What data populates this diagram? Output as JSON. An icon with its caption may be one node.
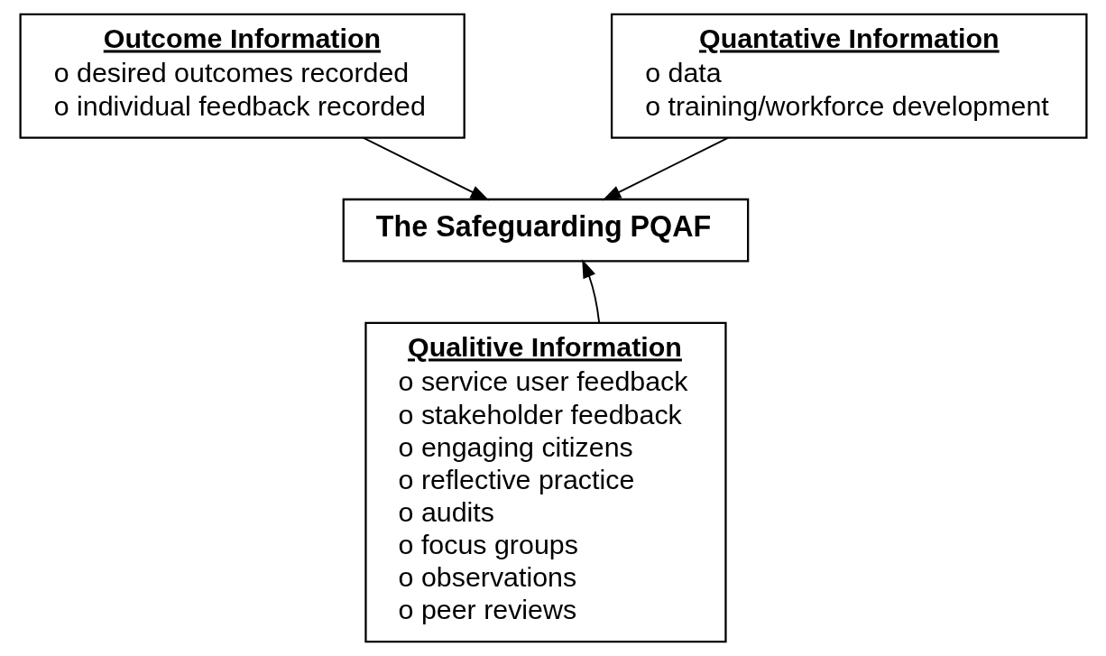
{
  "diagram": {
    "nodes": [
      {
        "text": [
          "Outcome Information",
          "o desired outcomes recorded",
          "o individual feedback recorded"
        ]
      },
      {
        "text": [
          "The Safeguarding PQAF"
        ]
      },
      {
        "text": [
          "Quantative Information",
          "o data",
          "o training/workforce development"
        ]
      },
      {
        "text": [
          "Qualitive Information",
          "o service user feedback",
          "o stakeholder feedback",
          "o engaging citizens",
          "o reflective practice",
          "o audits",
          "o focus groups",
          "o observations",
          "o peer reviews"
        ]
      }
    ],
    "edges": [
      {
        "from": 0,
        "to": 1,
        "arrow": "to"
      },
      {
        "from": 2,
        "to": 1,
        "arrow": "to"
      },
      {
        "from": 3,
        "to": 1,
        "arrow": "to"
      }
    ]
  }
}
